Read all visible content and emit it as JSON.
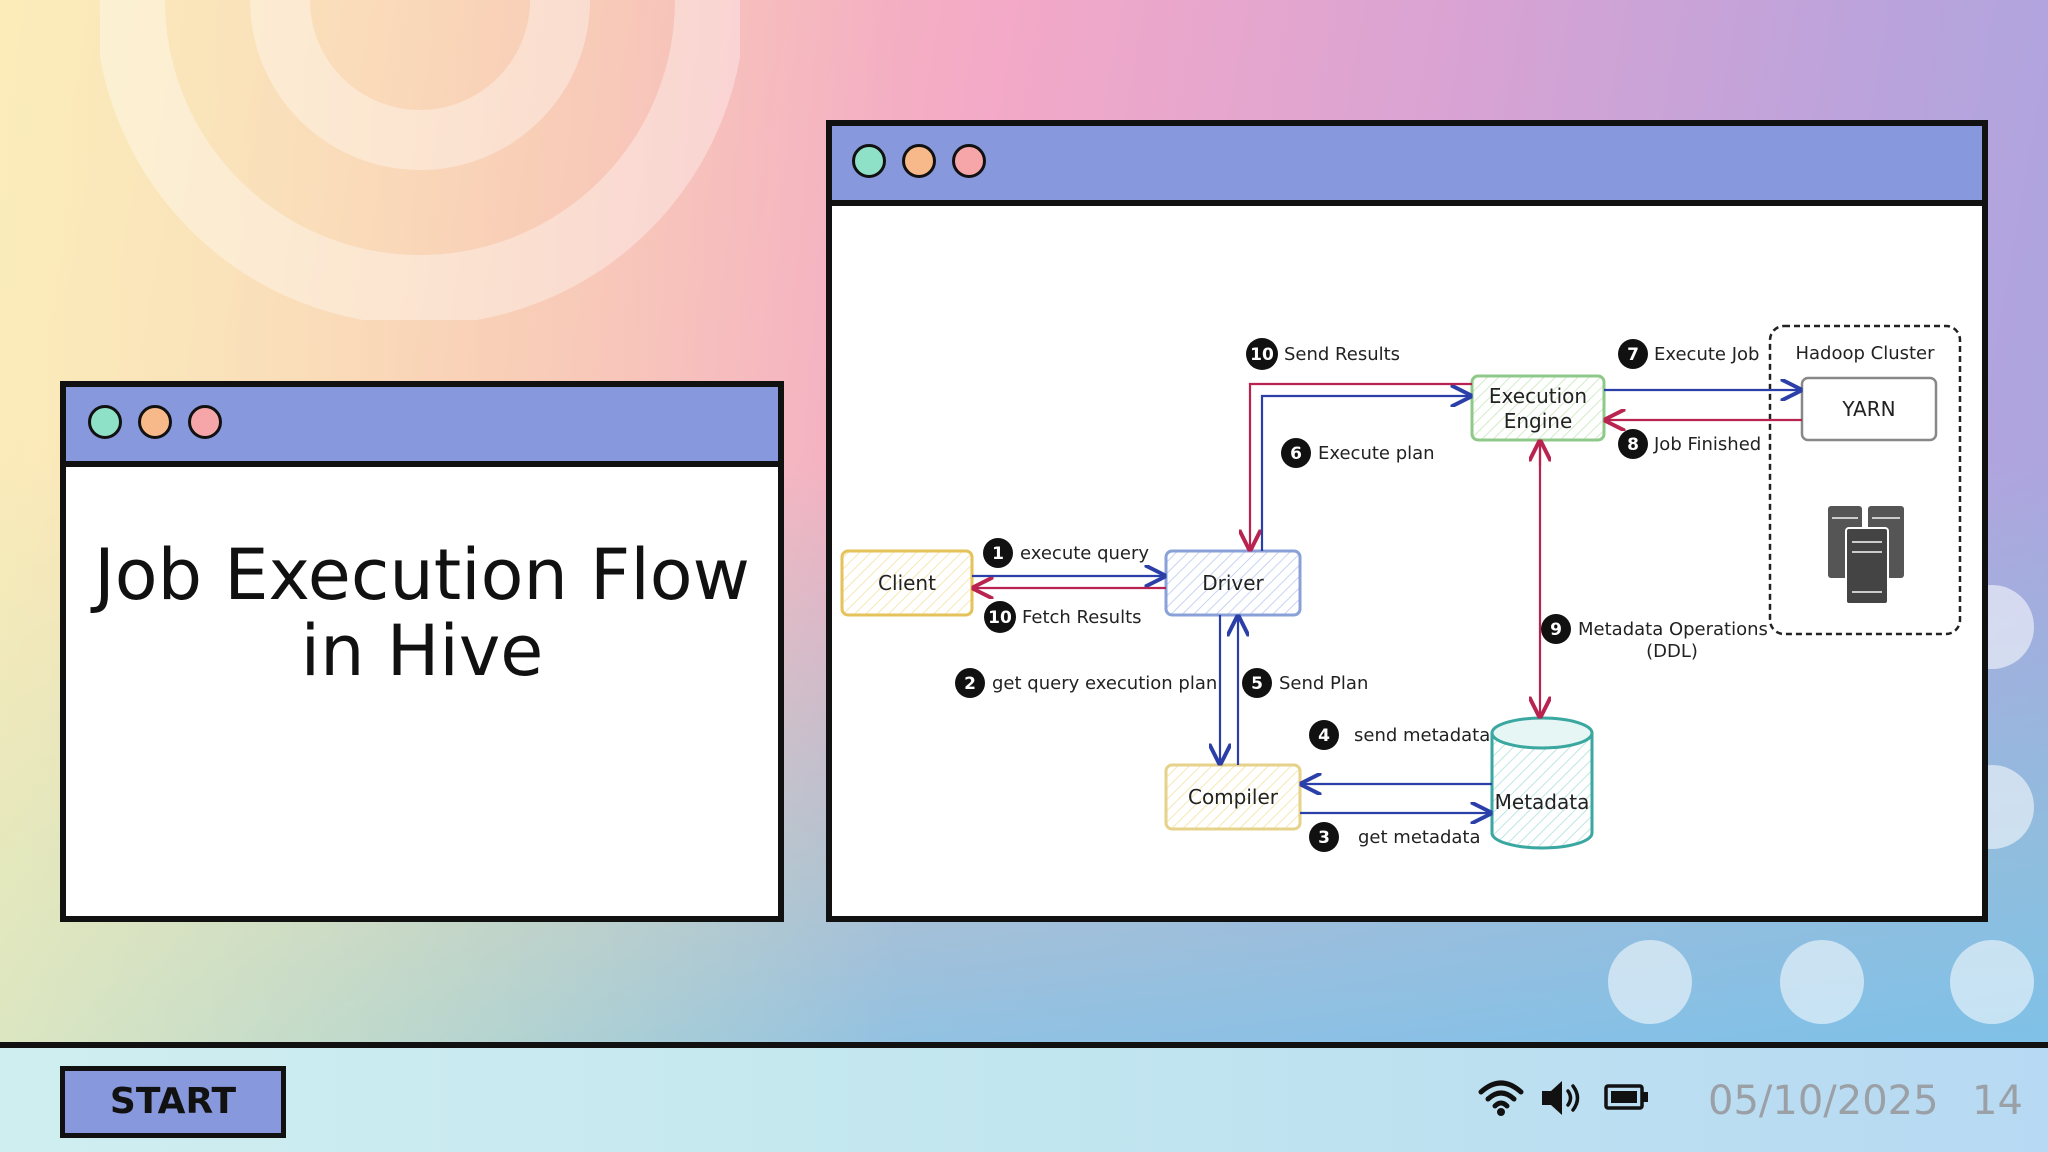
{
  "slide": {
    "title": "Job Execution Flow in Hive"
  },
  "diagram": {
    "nodes": {
      "client": "Client",
      "driver": "Driver",
      "compiler": "Compiler",
      "metadata": "Metadata",
      "execution_engine_line1": "Execution",
      "execution_engine_line2": "Engine",
      "hadoop_cluster": "Hadoop Cluster",
      "yarn": "YARN"
    },
    "steps": {
      "s1": {
        "num": "1",
        "label": "execute query"
      },
      "s2": {
        "num": "2",
        "label": "get query execution plan"
      },
      "s3": {
        "num": "3",
        "label": "get metadata"
      },
      "s4": {
        "num": "4",
        "label": "send metadata"
      },
      "s5": {
        "num": "5",
        "label": "Send Plan"
      },
      "s6": {
        "num": "6",
        "label": "Execute plan"
      },
      "s7": {
        "num": "7",
        "label": "Execute Job"
      },
      "s8": {
        "num": "8",
        "label": "Job Finished"
      },
      "s9": {
        "num": "9",
        "label_line1": "Metadata Operations",
        "label_line2": "(DDL)"
      },
      "s10a": {
        "num": "10",
        "label": "Send Results"
      },
      "s10b": {
        "num": "10",
        "label": "Fetch Results"
      }
    },
    "colors": {
      "request_arrow": "#2b3fa8",
      "response_arrow": "#b8234f",
      "client_border": "#e6c25a",
      "driver_border": "#8aa0d8",
      "compiler_border": "#e6d28a",
      "engine_border": "#8fc98a",
      "metadata_border": "#3aa7a0"
    }
  },
  "taskbar": {
    "start_label": "START",
    "date": "05/10/2025",
    "page_number": "14",
    "icons": [
      "wifi-icon",
      "speaker-icon",
      "battery-icon"
    ]
  }
}
